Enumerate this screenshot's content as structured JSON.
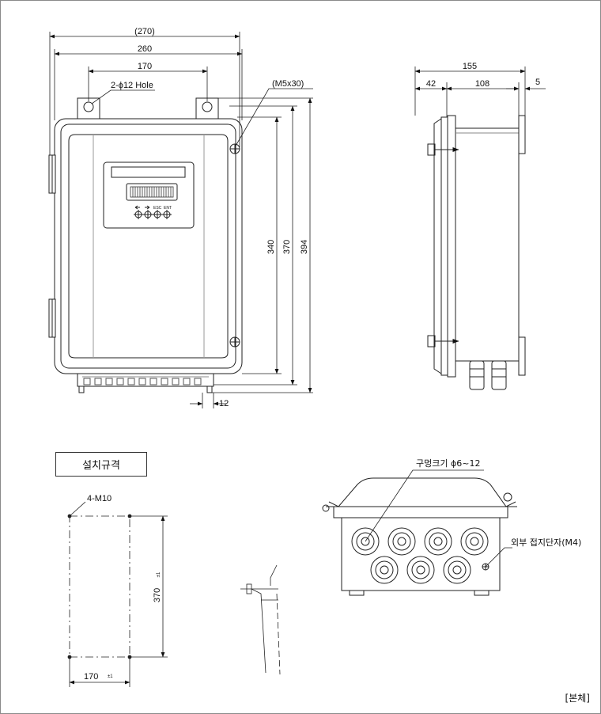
{
  "front_view": {
    "dims": {
      "overall_width": "(270)",
      "body_width": "260",
      "hole_pitch": "170",
      "hole_note": "2-ϕ12 Hole",
      "screw_note": "(M5x30)",
      "height_340": "340",
      "height_370": "370",
      "height_394": "394",
      "offset_12": "12"
    },
    "keys": {
      "esc": "ESC",
      "ent": "ENT"
    }
  },
  "side_view": {
    "dims": {
      "depth": "155",
      "front": "42",
      "rear": "108",
      "bracket": "5"
    }
  },
  "install_spec": {
    "title": "설치규격",
    "bolt_note": "4-M10",
    "height": "370",
    "height_tol": "±1",
    "width": "170",
    "width_tol": "±1"
  },
  "bottom_view": {
    "hole_note": "구멍크기 ϕ6~12",
    "ground_note": "외부 접지단자(M4)"
  },
  "footer": {
    "label": "[본체]"
  }
}
